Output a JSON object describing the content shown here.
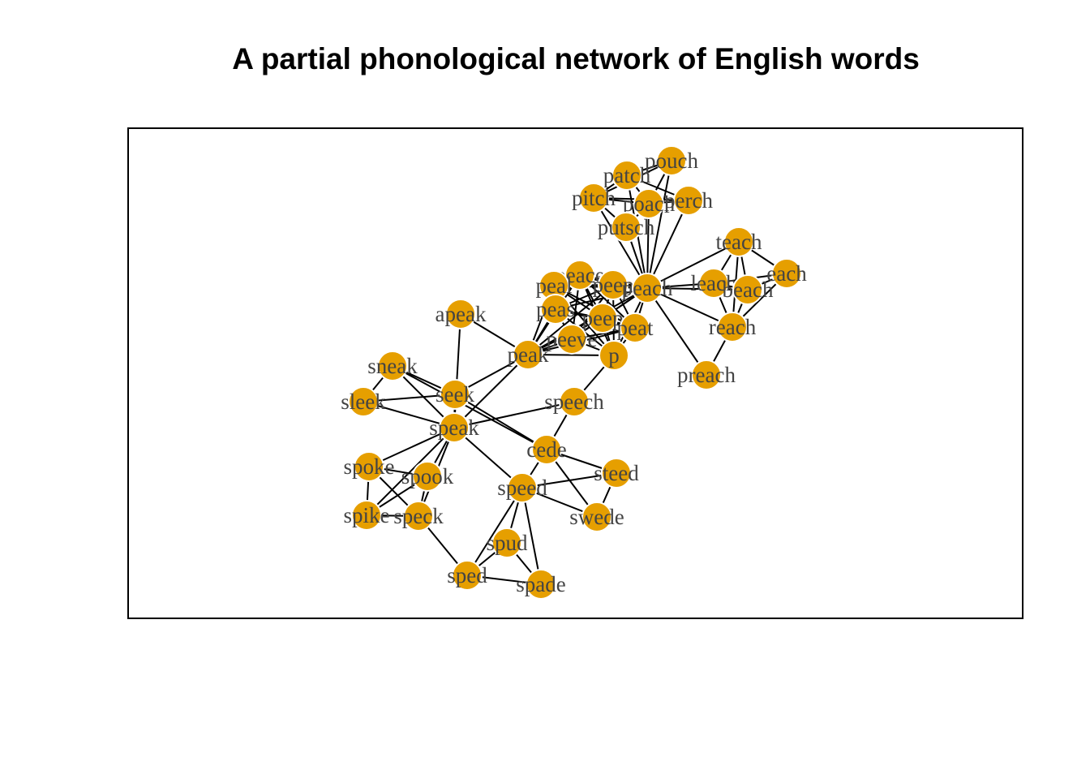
{
  "title": "A partial phonological network of English words",
  "colors": {
    "node": "#E69F00",
    "edge": "#000000",
    "label": "#444444"
  },
  "nodes": [
    "pouch",
    "patch",
    "pitch",
    "poach",
    "perch",
    "putsch",
    "teach",
    "each",
    "leach",
    "beach",
    "reach",
    "preach",
    "peace",
    "peal",
    "peep",
    "peach",
    "peas",
    "peep2",
    "peat",
    "peeve",
    "p",
    "apeak",
    "peak",
    "sneak",
    "seek",
    "sleek",
    "speak",
    "speech",
    "cede",
    "steed",
    "spoke",
    "spook",
    "speed",
    "swede",
    "spike",
    "speck",
    "spud",
    "sped",
    "spade"
  ],
  "node_labels": {
    "pouch": "pouch",
    "patch": "patch",
    "pitch": "pitch",
    "poach": "poach",
    "perch": "perch",
    "putsch": "putsch",
    "teach": "teach",
    "each": "each",
    "leach": "leach",
    "beach": "beach",
    "reach": "reach",
    "preach": "preach",
    "peace": "peace",
    "peal": "peal",
    "peep": "peep",
    "peach": "peach",
    "peas": "peas",
    "peep2": "peep",
    "peat": "peat",
    "peeve": "peeve",
    "p": "p",
    "apeak": "apeak",
    "peak": "peak",
    "sneak": "sneak",
    "seek": "seek",
    "sleek": "sleek",
    "speak": "speak",
    "speech": "speech",
    "cede": "cede",
    "steed": "steed",
    "spoke": "spoke",
    "spook": "spook",
    "speed": "speed",
    "swede": "swede",
    "spike": "spike",
    "speck": "speck",
    "spud": "spud",
    "sped": "sped",
    "spade": "spade"
  },
  "edges": [
    [
      "peach",
      "pouch"
    ],
    [
      "peach",
      "patch"
    ],
    [
      "peach",
      "pitch"
    ],
    [
      "peach",
      "poach"
    ],
    [
      "peach",
      "perch"
    ],
    [
      "peach",
      "putsch"
    ],
    [
      "pouch",
      "patch"
    ],
    [
      "pouch",
      "poach"
    ],
    [
      "pouch",
      "pitch"
    ],
    [
      "patch",
      "pitch"
    ],
    [
      "patch",
      "poach"
    ],
    [
      "patch",
      "perch"
    ],
    [
      "pitch",
      "poach"
    ],
    [
      "pitch",
      "putsch"
    ],
    [
      "poach",
      "perch"
    ],
    [
      "poach",
      "putsch"
    ],
    [
      "pitch",
      "perch"
    ],
    [
      "peach",
      "teach"
    ],
    [
      "peach",
      "leach"
    ],
    [
      "peach",
      "beach"
    ],
    [
      "peach",
      "reach"
    ],
    [
      "peach",
      "preach"
    ],
    [
      "teach",
      "leach"
    ],
    [
      "teach",
      "each"
    ],
    [
      "teach",
      "beach"
    ],
    [
      "teach",
      "reach"
    ],
    [
      "leach",
      "each"
    ],
    [
      "leach",
      "beach"
    ],
    [
      "leach",
      "reach"
    ],
    [
      "each",
      "beach"
    ],
    [
      "each",
      "reach"
    ],
    [
      "beach",
      "reach"
    ],
    [
      "reach",
      "preach"
    ],
    [
      "peach",
      "peace"
    ],
    [
      "peach",
      "peal"
    ],
    [
      "peach",
      "peep"
    ],
    [
      "peach",
      "peas"
    ],
    [
      "peach",
      "peep2"
    ],
    [
      "peach",
      "peat"
    ],
    [
      "peach",
      "peeve"
    ],
    [
      "peach",
      "p"
    ],
    [
      "peach",
      "peak"
    ],
    [
      "peace",
      "peal"
    ],
    [
      "peace",
      "peep"
    ],
    [
      "peace",
      "peas"
    ],
    [
      "peace",
      "peep2"
    ],
    [
      "peace",
      "peat"
    ],
    [
      "peace",
      "peeve"
    ],
    [
      "peace",
      "p"
    ],
    [
      "peace",
      "peak"
    ],
    [
      "peal",
      "peep"
    ],
    [
      "peal",
      "peas"
    ],
    [
      "peal",
      "peep2"
    ],
    [
      "peal",
      "peat"
    ],
    [
      "peal",
      "peak"
    ],
    [
      "peal",
      "p"
    ],
    [
      "peep",
      "peas"
    ],
    [
      "peep",
      "peep2"
    ],
    [
      "peep",
      "peat"
    ],
    [
      "peep",
      "peeve"
    ],
    [
      "peep",
      "p"
    ],
    [
      "peep",
      "peak"
    ],
    [
      "peas",
      "peep2"
    ],
    [
      "peas",
      "peat"
    ],
    [
      "peas",
      "peeve"
    ],
    [
      "peas",
      "p"
    ],
    [
      "peas",
      "peak"
    ],
    [
      "peep2",
      "peat"
    ],
    [
      "peep2",
      "peeve"
    ],
    [
      "peep2",
      "p"
    ],
    [
      "peep2",
      "peak"
    ],
    [
      "peat",
      "peeve"
    ],
    [
      "peat",
      "p"
    ],
    [
      "peat",
      "peak"
    ],
    [
      "peeve",
      "p"
    ],
    [
      "peeve",
      "peak"
    ],
    [
      "p",
      "peak"
    ],
    [
      "apeak",
      "peak"
    ],
    [
      "apeak",
      "speak"
    ],
    [
      "peak",
      "seek"
    ],
    [
      "peak",
      "speak"
    ],
    [
      "p",
      "speech"
    ],
    [
      "sneak",
      "seek"
    ],
    [
      "sneak",
      "sleek"
    ],
    [
      "sneak",
      "speak"
    ],
    [
      "sneak",
      "cede"
    ],
    [
      "seek",
      "sleek"
    ],
    [
      "seek",
      "speak"
    ],
    [
      "seek",
      "cede"
    ],
    [
      "sleek",
      "speak"
    ],
    [
      "speak",
      "speech"
    ],
    [
      "speak",
      "spoke"
    ],
    [
      "speak",
      "spook"
    ],
    [
      "speak",
      "spike"
    ],
    [
      "speak",
      "speck"
    ],
    [
      "speak",
      "speed"
    ],
    [
      "speech",
      "cede"
    ],
    [
      "cede",
      "steed"
    ],
    [
      "cede",
      "speed"
    ],
    [
      "cede",
      "swede"
    ],
    [
      "speed",
      "steed"
    ],
    [
      "speed",
      "swede"
    ],
    [
      "speed",
      "spud"
    ],
    [
      "speed",
      "sped"
    ],
    [
      "speed",
      "spade"
    ],
    [
      "steed",
      "swede"
    ],
    [
      "spoke",
      "spook"
    ],
    [
      "spoke",
      "spike"
    ],
    [
      "spoke",
      "speck"
    ],
    [
      "spook",
      "spike"
    ],
    [
      "spook",
      "speck"
    ],
    [
      "spike",
      "speck"
    ],
    [
      "speck",
      "sped"
    ],
    [
      "spud",
      "sped"
    ],
    [
      "spud",
      "spade"
    ],
    [
      "sped",
      "spade"
    ]
  ]
}
